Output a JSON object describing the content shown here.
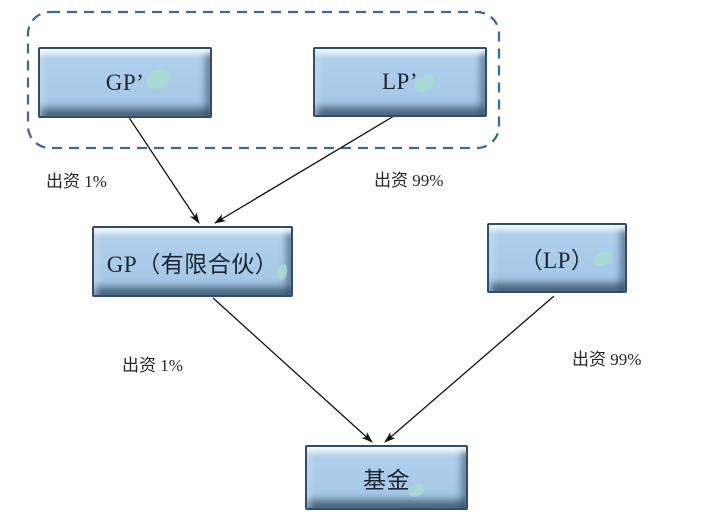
{
  "diagram": {
    "title": "fund-structure-diagram",
    "colors": {
      "background": "#ffffff",
      "box_fill": "#a9cbe8",
      "box_border": "#2f4e6c",
      "box_highlight": "#cde0f2",
      "box_shade": "#3e5a74",
      "dashed_group_border": "#3a6b9b",
      "arrow": "#111111",
      "label_text": "#262626",
      "node_text": "#1c2431",
      "watermark_blob": "#a7dcd2"
    },
    "group": {
      "name": "upper-entities-dashed-group",
      "style": "dashed-rounded-rectangle"
    },
    "nodes": [
      {
        "id": "gp-prime",
        "label": "GP’"
      },
      {
        "id": "lp-prime",
        "label": "LP’"
      },
      {
        "id": "gp-lp",
        "label": "GP（有限合伙）"
      },
      {
        "id": "lp",
        "label": "（LP）"
      },
      {
        "id": "fund",
        "label": "基金"
      }
    ],
    "edge_labels": [
      {
        "id": "top-left",
        "text": "出资 1%"
      },
      {
        "id": "top-right",
        "text": "出资 99%"
      },
      {
        "id": "bottom-left",
        "text": "出资 1%"
      },
      {
        "id": "bottom-right",
        "text": "出资 99%"
      }
    ],
    "edges": [
      {
        "from": "gp-prime",
        "to": "gp-lp",
        "label": "出资 1%"
      },
      {
        "from": "lp-prime",
        "to": "gp-lp",
        "label": "出资 99%"
      },
      {
        "from": "gp-lp",
        "to": "fund",
        "label": "出资 1%"
      },
      {
        "from": "lp",
        "to": "fund",
        "label": "出资 99%"
      }
    ]
  }
}
